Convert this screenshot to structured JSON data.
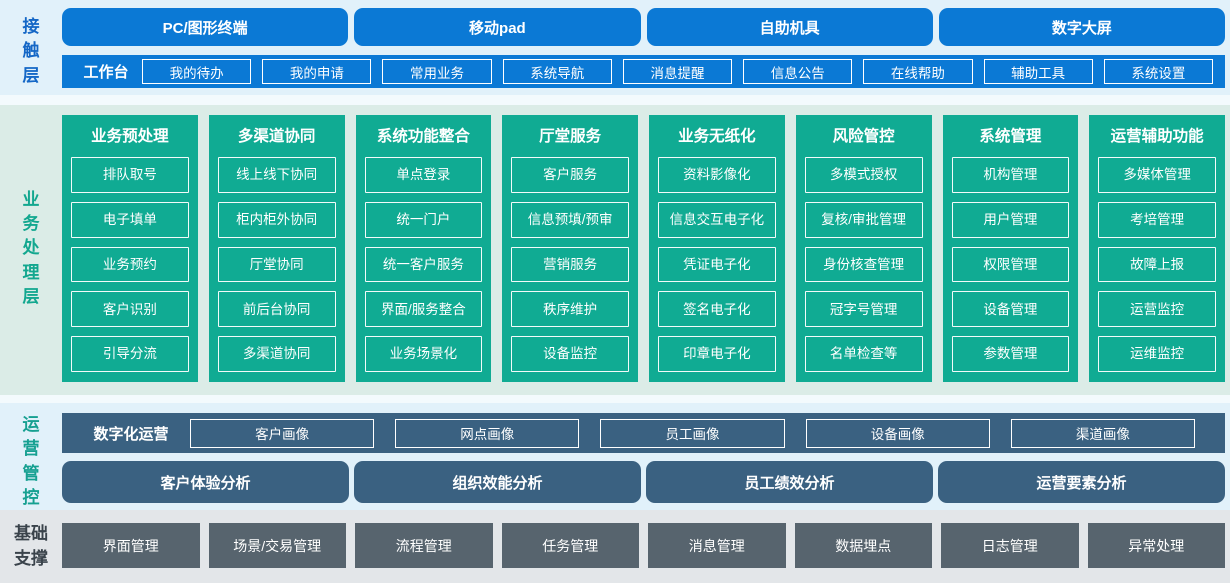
{
  "contact_layer": {
    "label": "接触层",
    "terminals": [
      "PC/图形终端",
      "移动pad",
      "自助机具",
      "数字大屏"
    ],
    "workbench": {
      "label": "工作台",
      "items": [
        "我的待办",
        "我的申请",
        "常用业务",
        "系统导航",
        "消息提醒",
        "信息公告",
        "在线帮助",
        "辅助工具",
        "系统设置"
      ]
    }
  },
  "business_layer": {
    "label": "业务处理层",
    "columns": [
      {
        "title": "业务预处理",
        "items": [
          "排队取号",
          "电子填单",
          "业务预约",
          "客户识别",
          "引导分流"
        ]
      },
      {
        "title": "多渠道协同",
        "items": [
          "线上线下协同",
          "柜内柜外协同",
          "厅堂协同",
          "前后台协同",
          "多渠道协同"
        ]
      },
      {
        "title": "系统功能整合",
        "items": [
          "单点登录",
          "统一门户",
          "统一客户服务",
          "界面/服务整合",
          "业务场景化"
        ]
      },
      {
        "title": "厅堂服务",
        "items": [
          "客户服务",
          "信息预填/预审",
          "营销服务",
          "秩序维护",
          "设备监控"
        ]
      },
      {
        "title": "业务无纸化",
        "items": [
          "资料影像化",
          "信息交互电子化",
          "凭证电子化",
          "签名电子化",
          "印章电子化"
        ]
      },
      {
        "title": "风险管控",
        "items": [
          "多模式授权",
          "复核/审批管理",
          "身份核查管理",
          "冠字号管理",
          "名单检查等"
        ]
      },
      {
        "title": "系统管理",
        "items": [
          "机构管理",
          "用户管理",
          "权限管理",
          "设备管理",
          "参数管理"
        ]
      },
      {
        "title": "运营辅助功能",
        "items": [
          "多媒体管理",
          "考培管理",
          "故障上报",
          "运营监控",
          "运维监控"
        ]
      }
    ]
  },
  "operations_layer": {
    "label": "运营管控",
    "digital_ops": {
      "label": "数字化运营",
      "items": [
        "客户画像",
        "网点画像",
        "员工画像",
        "设备画像",
        "渠道画像"
      ]
    },
    "analysis": [
      "客户体验分析",
      "组织效能分析",
      "员工绩效分析",
      "运营要素分析"
    ]
  },
  "foundation_layer": {
    "label": "基础支撑",
    "items": [
      "界面管理",
      "场景/交易管理",
      "流程管理",
      "任务管理",
      "消息管理",
      "数据埋点",
      "日志管理",
      "异常处理"
    ]
  },
  "colors": {
    "primary_blue": "#0b79d5",
    "blue_label": "#1467c6",
    "teal_green": "#10ab93",
    "slate_blue": "#3a6181",
    "gray_box": "#57646e",
    "dark_label": "#3a434b",
    "bg_light_blue": "#e1f1fa",
    "bg_green_panel": "#dbece7",
    "bg_gray": "#e3e6e9"
  }
}
